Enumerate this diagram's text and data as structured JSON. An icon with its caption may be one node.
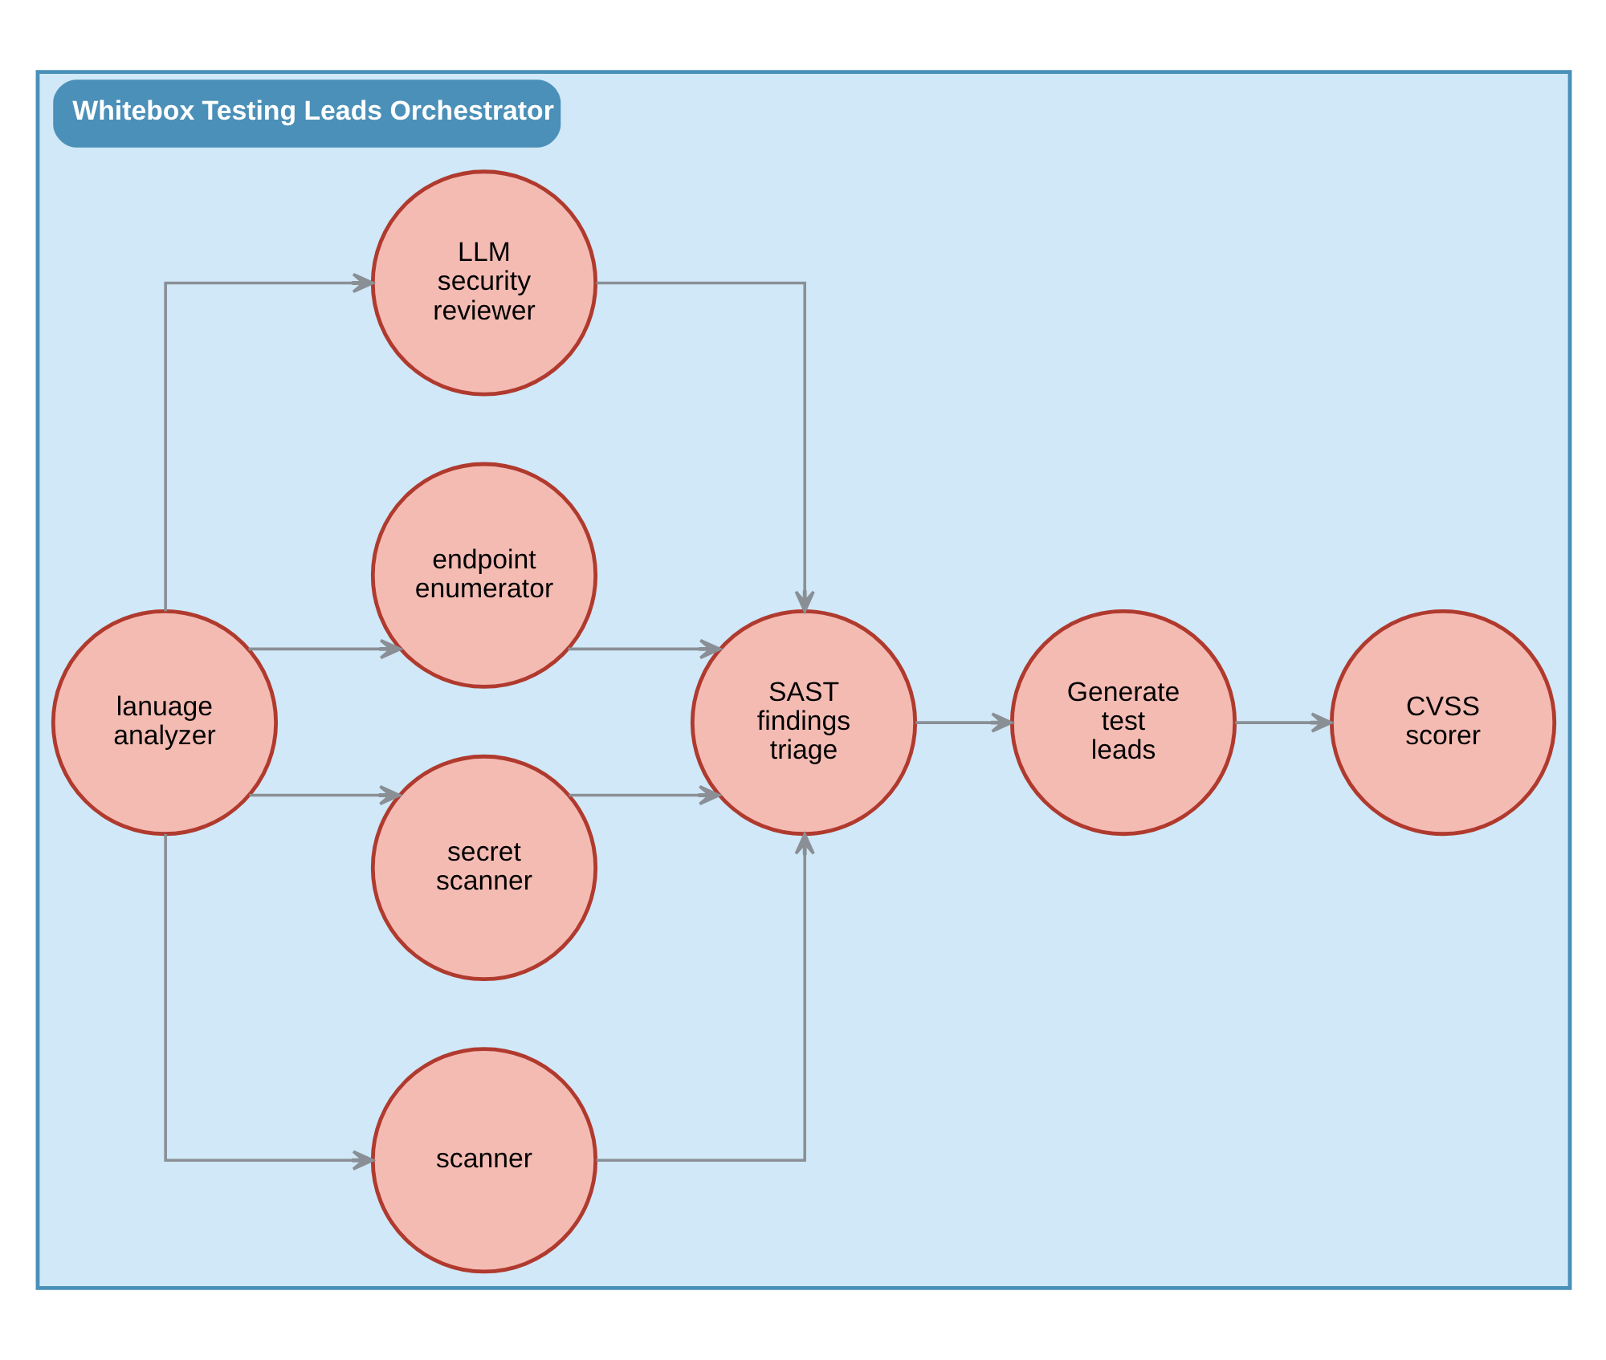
{
  "diagram": {
    "nodes": [
      {
        "text": [
          "Whitebox Testing Leads Orchestrator"
        ]
      },
      {
        "text": [
          "scanner"
        ],
        "in": 0
      },
      {
        "text": [
          "CVSS scorer"
        ],
        "in": 0
      },
      {
        "text": [
          "secret scanner"
        ],
        "in": 0
      },
      {
        "text": [
          "lanuage analyzer"
        ],
        "in": 0
      },
      {
        "text": [
          "SAST findings triage"
        ],
        "in": 0
      },
      {
        "text": [
          "Generate test leads"
        ],
        "in": 0
      },
      {
        "text": [
          "endpoint enumerator"
        ],
        "in": 0
      },
      {
        "text": [
          "LLM security reviewer"
        ],
        "in": 0
      }
    ],
    "edges": [
      {
        "from": 4,
        "to": 1,
        "arrow": "to"
      },
      {
        "from": 4,
        "to": 3,
        "arrow": "to"
      },
      {
        "from": 4,
        "to": 7,
        "arrow": "to"
      },
      {
        "from": 4,
        "to": 8,
        "arrow": "to"
      },
      {
        "from": 1,
        "to": 5,
        "arrow": "to"
      },
      {
        "from": 3,
        "to": 5,
        "arrow": "to"
      },
      {
        "from": 7,
        "to": 5,
        "arrow": "to"
      },
      {
        "from": 8,
        "to": 5,
        "arrow": "to"
      },
      {
        "from": 5,
        "to": 6,
        "arrow": "to"
      },
      {
        "from": 6,
        "to": 2,
        "arrow": "to"
      }
    ]
  }
}
